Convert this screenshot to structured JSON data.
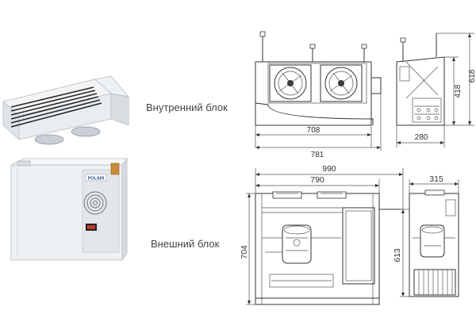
{
  "labels": {
    "indoor_unit": "Внутренний блок",
    "outdoor_unit": "Внешний блок",
    "brand": "POLAIR"
  },
  "dimensions": {
    "indoor_front_inner_width": "708",
    "indoor_front_total_width": "781",
    "indoor_side_depth": "280",
    "indoor_side_body_height": "418",
    "indoor_side_total_height": "618",
    "outdoor_total_width": "990",
    "outdoor_body_width": "790",
    "outdoor_side_depth": "315",
    "outdoor_front_height": "704",
    "outdoor_side_height": "613"
  },
  "colors": {
    "line": "#333333",
    "unit_body": "#e9edf0",
    "accent_red": "#c0392b"
  }
}
